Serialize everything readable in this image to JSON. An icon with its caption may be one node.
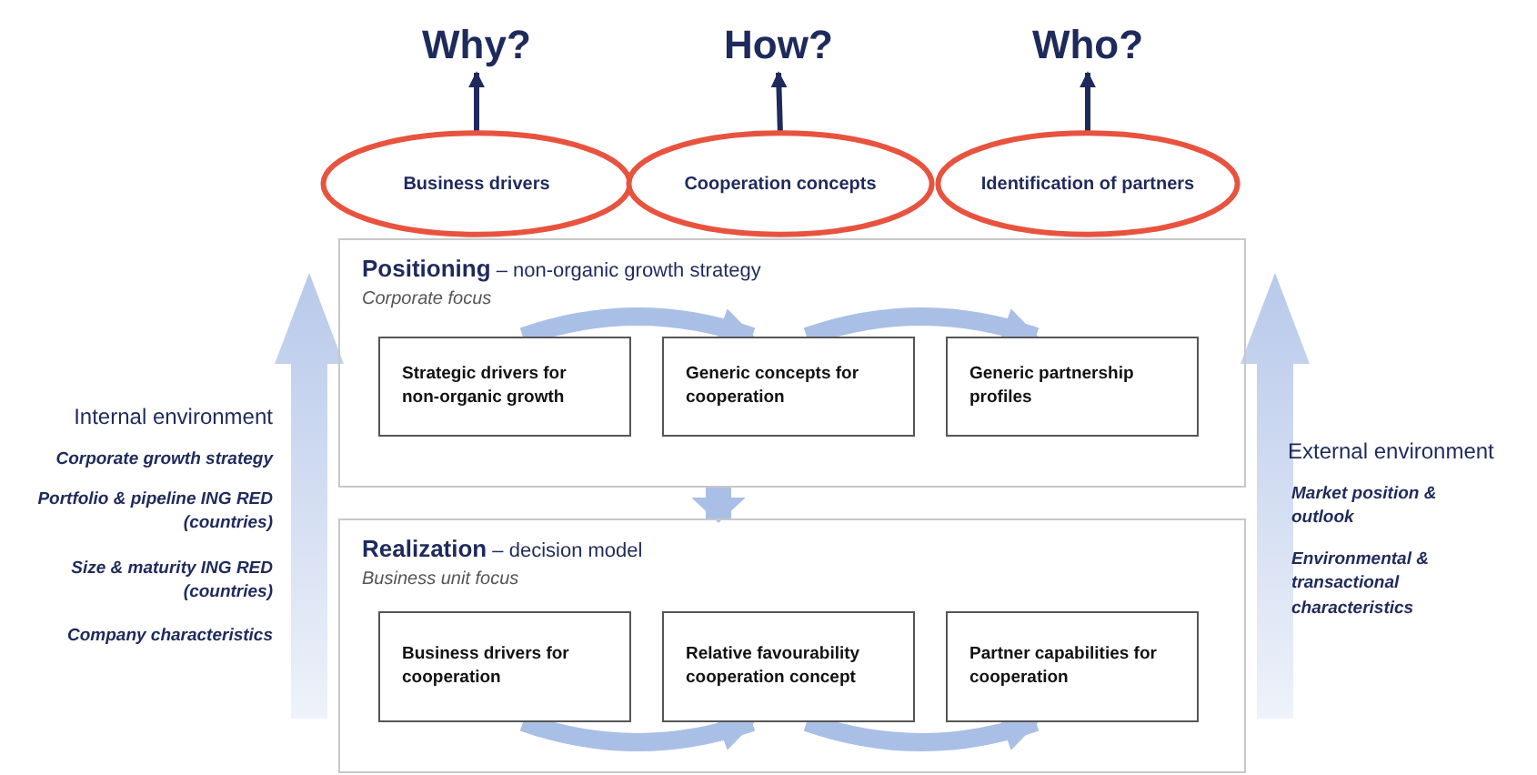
{
  "diagram": {
    "nodes": [
      {
        "text": [
          "Why?"
        ]
      },
      {
        "text": [
          "How?"
        ]
      },
      {
        "text": [
          "Who?"
        ]
      },
      {
        "text": [
          "Business drivers"
        ]
      },
      {
        "text": [
          "Cooperation concepts"
        ]
      },
      {
        "text": [
          "Identification of partners"
        ]
      },
      {
        "text": [
          "**Positioning** – non-organic growth strategy",
          "Corporate focus"
        ]
      },
      {
        "text": [
          "Strategic drivers for non-organic growth"
        ],
        "in": 6
      },
      {
        "text": [
          "Generic concepts for cooperation"
        ],
        "in": 6
      },
      {
        "text": [
          "Generic partnership profiles"
        ],
        "in": 6
      },
      {
        "text": [
          "**Realization** – decision model",
          "Business unit focus"
        ]
      },
      {
        "text": [
          "Business drivers for cooperation"
        ],
        "in": 10
      },
      {
        "text": [
          "Relative favourability cooperation concept"
        ],
        "in": 10
      },
      {
        "text": [
          "Partner capabilities for cooperation"
        ],
        "in": 10
      }
    ],
    "edges": [
      {
        "from": 3,
        "to": 0,
        "arrow": "to",
        "color": "#1f2a5c"
      },
      {
        "from": 4,
        "to": 1,
        "arrow": "to",
        "color": "#1f2a5c"
      },
      {
        "from": 5,
        "to": 2,
        "arrow": "to",
        "color": "#1f2a5c"
      },
      {
        "from": 7,
        "to": 8,
        "arrow": "to",
        "color": "#a9bfe6"
      },
      {
        "from": 8,
        "to": 9,
        "arrow": "to",
        "color": "#a9bfe6"
      },
      {
        "from": 6,
        "to": 10,
        "arrow": "to",
        "color": "#a9bfe6"
      },
      {
        "from": 11,
        "to": 12,
        "arrow": "to",
        "color": "#a9bfe6"
      },
      {
        "from": 12,
        "to": 13,
        "arrow": "to",
        "color": "#a9bfe6"
      }
    ],
    "labels": [
      "Internal environment",
      "Corporate growth strategy",
      "Portfolio & pipeline ING RED (countries)",
      "Size & maturity ING RED (countries)",
      "Company characteristics",
      "External environment",
      "Market position & outlook",
      "Environmental & transactional characteristics"
    ]
  }
}
